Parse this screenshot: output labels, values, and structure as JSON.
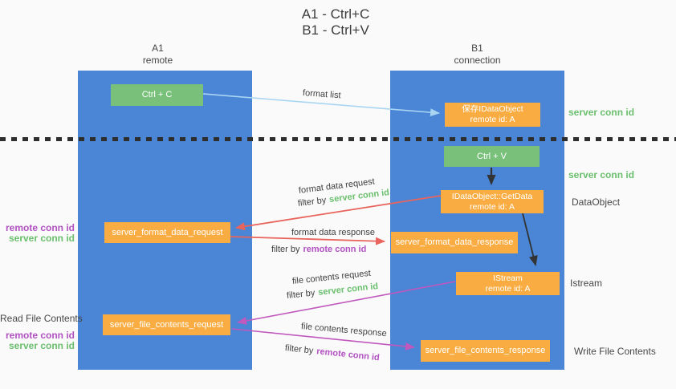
{
  "title": {
    "line1": "A1 - Ctrl+C",
    "line2": "B1 - Ctrl+V"
  },
  "lanes": {
    "a1": {
      "name": "A1",
      "subtitle": "remote"
    },
    "b1": {
      "name": "B1",
      "subtitle": "connection"
    }
  },
  "boxes": {
    "ctrl_c": {
      "label": "Ctrl + C"
    },
    "save_idataobject": {
      "line1": "保存IDataObject",
      "line2": "remote id: A"
    },
    "ctrl_v": {
      "label": "Ctrl + V"
    },
    "idataobject_getdata": {
      "line1": "IDataObject::GetData",
      "line2": "remote id: A"
    },
    "istream": {
      "line1": "IStream",
      "line2": "remote id: A"
    },
    "server_format_data_request": {
      "label": "server_format_data_request"
    },
    "server_format_data_response": {
      "label": "server_format_data_response"
    },
    "server_file_contents_request": {
      "label": "server_file_contents_request"
    },
    "server_file_contents_response": {
      "label": "server_file_contents_response"
    }
  },
  "arrow_labels": {
    "format_list": "format list",
    "format_data_request": "format data request",
    "format_data_response": "format data response",
    "file_contents_request": "file contents request",
    "file_contents_response": "file contents response",
    "filter_by": "filter by"
  },
  "side_labels": {
    "server_conn_id": "server conn id",
    "remote_conn_id": "remote conn id",
    "dataobject": "DataObject",
    "istream": "Istream",
    "read_file_contents": "Read File Contents",
    "write_file_contents": "Write File Contents"
  },
  "colors": {
    "bg": "#fafafa",
    "column_blue": "#4a85d6",
    "box_green": "#79c17b",
    "box_orange": "#f9ac41",
    "arrow_lightblue": "#a9d5f2",
    "arrow_red": "#e8645c",
    "arrow_magenta": "#c158bd",
    "arrow_black": "#333333",
    "dash_line": "#2e2e2e",
    "text_green": "#6abf6d",
    "text_purple": "#b151c1",
    "text_gray": "#3d3d3d"
  }
}
